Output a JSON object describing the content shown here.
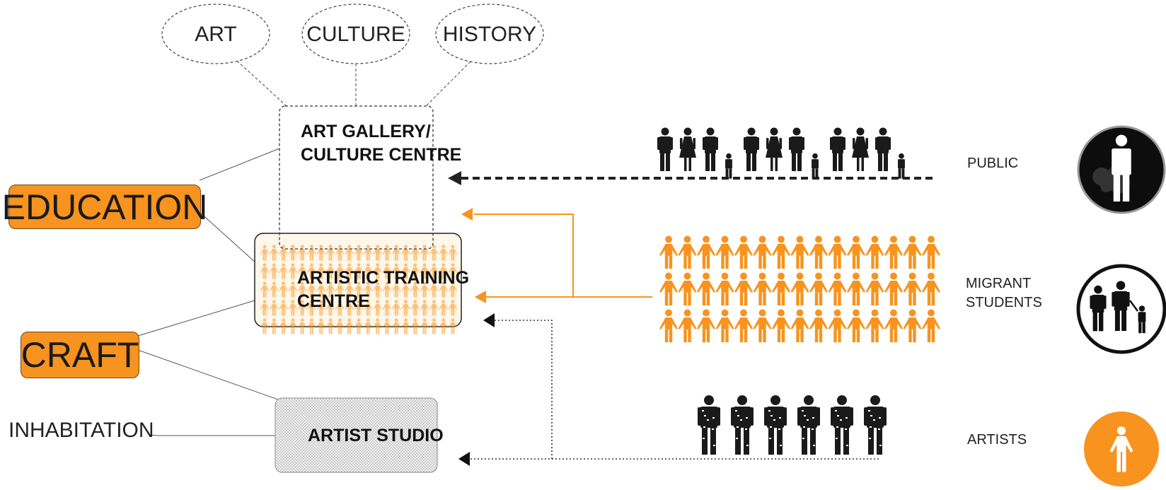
{
  "themes": [
    "ART",
    "CULTURE",
    "HISTORY"
  ],
  "tags": {
    "education": "EDUCATION",
    "craft": "CRAFT",
    "inhabitation": "INHABITATION"
  },
  "boxes": {
    "gallery_line1": "ART GALLERY/",
    "gallery_line2": "CULTURE CENTRE",
    "training_line1": "ARTISTIC TRAINING",
    "training_line2": "CENTRE",
    "studio": "ARTIST STUDIO"
  },
  "groups": {
    "public": "PUBLIC",
    "migrant_line1": "MIGRANT",
    "migrant_line2": "STUDENTS",
    "artists": "ARTISTS"
  },
  "colors": {
    "accent": "#f7931e",
    "ink": "#1a1a1a"
  },
  "icons": [
    "public-person-icon",
    "family-icon",
    "artist-person-icon"
  ]
}
